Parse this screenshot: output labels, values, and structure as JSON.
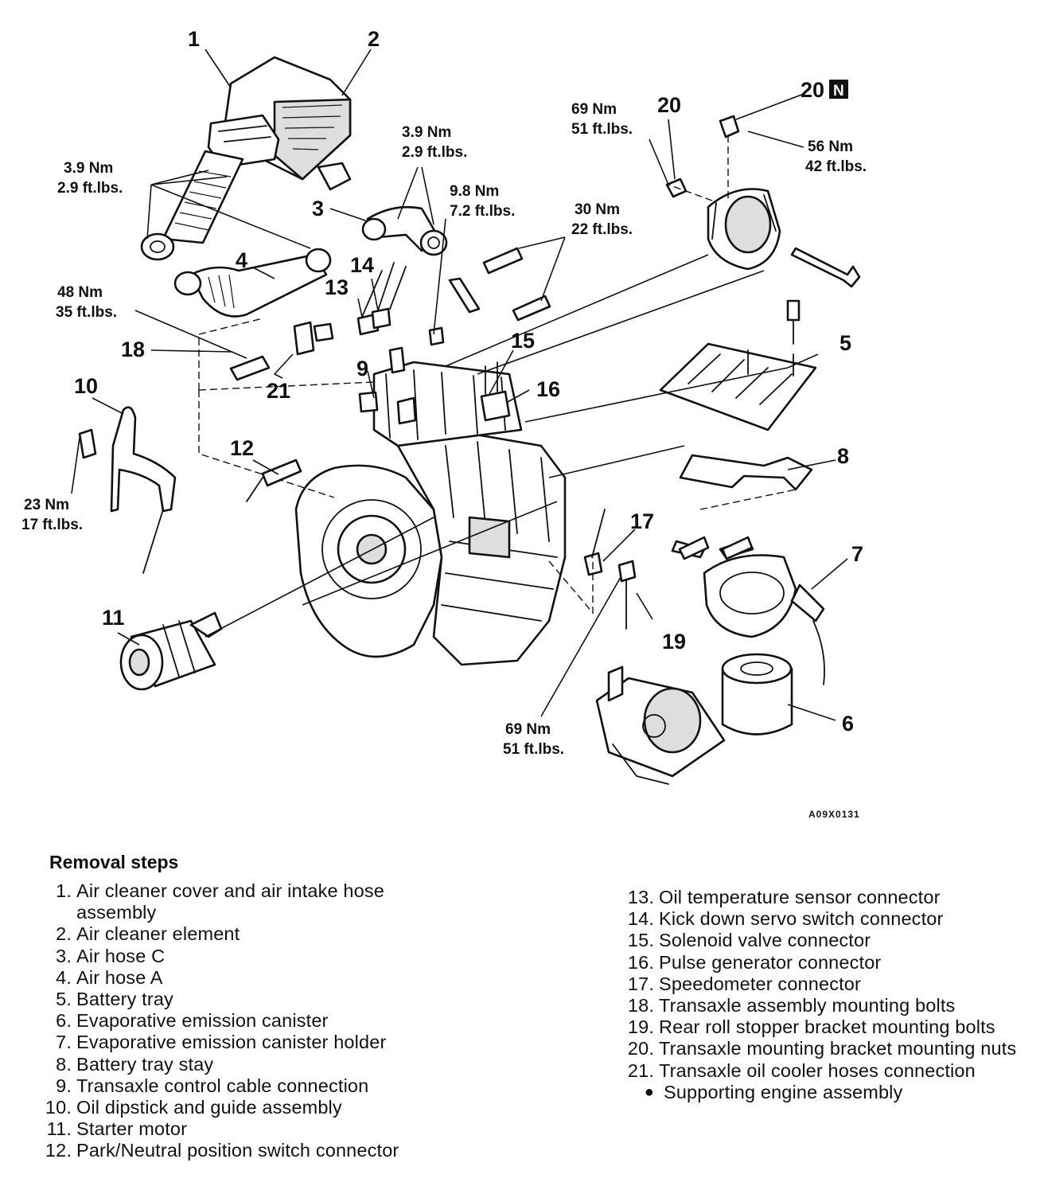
{
  "diagram": {
    "callouts": {
      "c1": "1",
      "c2": "2",
      "c3": "3",
      "c4": "4",
      "c5": "5",
      "c6": "6",
      "c7": "7",
      "c8": "8",
      "c9": "9",
      "c10": "10",
      "c11": "11",
      "c12": "12",
      "c13": "13",
      "c14": "14",
      "c15": "15",
      "c16": "16",
      "c17": "17",
      "c18": "18",
      "c19": "19",
      "c20a": "20",
      "c20b": "20",
      "c20b_mark": "N",
      "c21": "21"
    },
    "torques": [
      {
        "nm": "3.9 Nm",
        "ft": "2.9 ft.lbs."
      },
      {
        "nm": "3.9 Nm",
        "ft": "2.9 ft.lbs."
      },
      {
        "nm": "9.8 Nm",
        "ft": "7.2 ft.lbs."
      },
      {
        "nm": "30 Nm",
        "ft": "22 ft.lbs."
      },
      {
        "nm": "69 Nm",
        "ft": "51 ft.lbs."
      },
      {
        "nm": "56 Nm",
        "ft": "42 ft.lbs."
      },
      {
        "nm": "48 Nm",
        "ft": "35 ft.lbs."
      },
      {
        "nm": "23 Nm",
        "ft": "17 ft.lbs."
      },
      {
        "nm": "69 Nm",
        "ft": "51 ft.lbs."
      }
    ],
    "figure_code": "A09X0131"
  },
  "removal": {
    "title": "Removal steps",
    "left": [
      {
        "n": "1.",
        "text": "Air cleaner cover and air intake hose assembly"
      },
      {
        "n": "2.",
        "text": "Air cleaner element"
      },
      {
        "n": "3.",
        "text": "Air hose C"
      },
      {
        "n": "4.",
        "text": "Air hose A"
      },
      {
        "n": "5.",
        "text": "Battery tray"
      },
      {
        "n": "6.",
        "text": "Evaporative emission canister"
      },
      {
        "n": "7.",
        "text": "Evaporative emission canister holder"
      },
      {
        "n": "8.",
        "text": "Battery tray stay"
      },
      {
        "n": "9.",
        "text": "Transaxle control cable connection"
      },
      {
        "n": "10.",
        "text": "Oil dipstick and guide assembly"
      },
      {
        "n": "11.",
        "text": "Starter motor"
      },
      {
        "n": "12.",
        "text": "Park/Neutral position switch connector"
      }
    ],
    "right": [
      {
        "n": "13.",
        "text": "Oil temperature sensor connector"
      },
      {
        "n": "14.",
        "text": "Kick down servo switch connector"
      },
      {
        "n": "15.",
        "text": "Solenoid valve connector"
      },
      {
        "n": "16.",
        "text": "Pulse generator connector"
      },
      {
        "n": "17.",
        "text": "Speedometer connector"
      },
      {
        "n": "18.",
        "text": "Transaxle assembly mounting bolts"
      },
      {
        "n": "19.",
        "text": "Rear roll stopper bracket mounting bolts"
      },
      {
        "n": "20.",
        "text": "Transaxle mounting bracket mounting nuts"
      },
      {
        "n": "21.",
        "text": "Transaxle oil cooler hoses connection"
      }
    ],
    "bullet_item": {
      "symbol": "●",
      "text": "Supporting engine assembly"
    }
  }
}
